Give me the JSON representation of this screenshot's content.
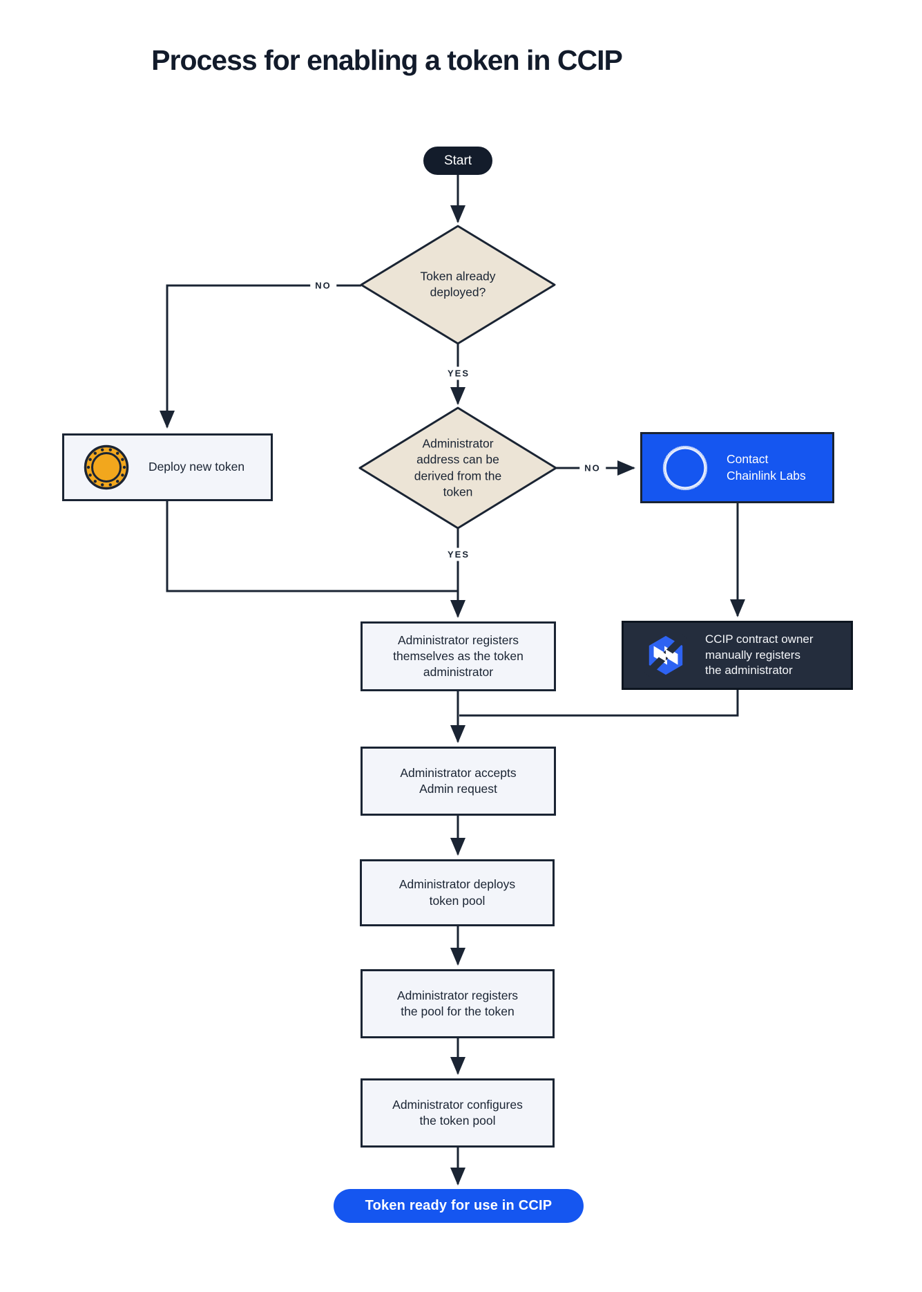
{
  "title": "Process for enabling a token in CCIP",
  "colors": {
    "ink": "#1a2433",
    "diamond_fill": "#ece4d6",
    "process_box_fill": "#f3f5fa",
    "accent_blue": "#1556f0",
    "dark_box": "#242d3d",
    "coin_gold": "#f2a71d",
    "background": "#ffffff"
  },
  "nodes": {
    "start": {
      "label": "Start",
      "type": "terminator"
    },
    "token_deployed_decision": {
      "label": "Token already\ndeployed?",
      "type": "decision"
    },
    "deploy_new_token": {
      "label": "Deploy new token",
      "type": "process",
      "icon": "coin-icon"
    },
    "admin_derived_decision": {
      "label": "Administrator\naddress can be\nderived from the\ntoken",
      "type": "decision"
    },
    "contact_chainlink": {
      "label": "Contact\nChainlink Labs",
      "type": "process",
      "icon": "chainlink-labs-logo-icon"
    },
    "register_self": {
      "label": "Administrator registers\nthemselves as the token\nadministrator",
      "type": "process"
    },
    "ccip_owner_registers": {
      "label": "CCIP contract owner\nmanually registers\nthe administrator",
      "type": "process",
      "icon": "ccip-logo-icon"
    },
    "accept_request": {
      "label": "Administrator accepts\nAdmin request",
      "type": "process"
    },
    "deploy_pool": {
      "label": "Administrator deploys\ntoken pool",
      "type": "process"
    },
    "register_pool": {
      "label": "Administrator registers\nthe pool for the token",
      "type": "process"
    },
    "configure_pool": {
      "label": "Administrator configures\nthe token pool",
      "type": "process"
    },
    "token_ready": {
      "label": "Token ready for use in CCIP",
      "type": "terminator"
    }
  },
  "edge_labels": {
    "no1": "NO",
    "yes1": "YES",
    "no2": "NO",
    "yes2": "YES"
  },
  "edges": [
    {
      "from": "start",
      "to": "token_deployed_decision"
    },
    {
      "from": "token_deployed_decision",
      "to": "deploy_new_token",
      "label": "NO"
    },
    {
      "from": "token_deployed_decision",
      "to": "admin_derived_decision",
      "label": "YES"
    },
    {
      "from": "admin_derived_decision",
      "to": "contact_chainlink",
      "label": "NO"
    },
    {
      "from": "admin_derived_decision",
      "to": "register_self",
      "label": "YES"
    },
    {
      "from": "deploy_new_token",
      "to": "register_self"
    },
    {
      "from": "contact_chainlink",
      "to": "ccip_owner_registers"
    },
    {
      "from": "ccip_owner_registers",
      "to": "accept_request"
    },
    {
      "from": "register_self",
      "to": "accept_request"
    },
    {
      "from": "accept_request",
      "to": "deploy_pool"
    },
    {
      "from": "deploy_pool",
      "to": "register_pool"
    },
    {
      "from": "register_pool",
      "to": "configure_pool"
    },
    {
      "from": "configure_pool",
      "to": "token_ready"
    }
  ]
}
